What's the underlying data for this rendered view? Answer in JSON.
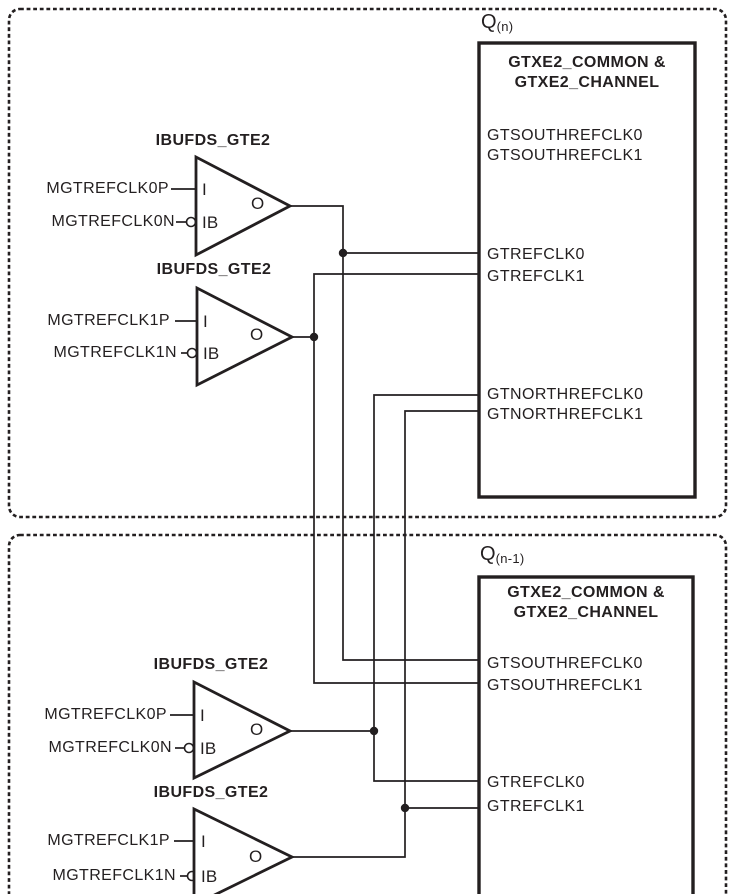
{
  "colors": {
    "ink": "#231f20",
    "background": "#ffffff"
  },
  "quad_top": {
    "label": "Q",
    "label_sub": "(n)",
    "block": {
      "title_line1": "GTXE2_COMMON &",
      "title_line2": "GTXE2_CHANNEL",
      "ports": {
        "gtsouthrefclk0": "GTSOUTHREFCLK0",
        "gtsouthrefclk1": "GTSOUTHREFCLK1",
        "gtrefclk0": "GTREFCLK0",
        "gtrefclk1": "GTREFCLK1",
        "gtnorthrefclk0": "GTNORTHREFCLK0",
        "gtnorthrefclk1": "GTNORTHREFCLK1"
      }
    },
    "buffer0": {
      "title": "IBUFDS_GTE2",
      "input_p": "MGTREFCLK0P",
      "input_n": "MGTREFCLK0N",
      "pin_i": "I",
      "pin_ib": "IB",
      "pin_o": "O"
    },
    "buffer1": {
      "title": "IBUFDS_GTE2",
      "input_p": "MGTREFCLK1P",
      "input_n": "MGTREFCLK1N",
      "pin_i": "I",
      "pin_ib": "IB",
      "pin_o": "O"
    }
  },
  "quad_bottom": {
    "label": "Q",
    "label_sub": "(n-1)",
    "block": {
      "title_line1": "GTXE2_COMMON &",
      "title_line2": "GTXE2_CHANNEL",
      "ports": {
        "gtsouthrefclk0": "GTSOUTHREFCLK0",
        "gtsouthrefclk1": "GTSOUTHREFCLK1",
        "gtrefclk0": "GTREFCLK0",
        "gtrefclk1": "GTREFCLK1"
      }
    },
    "buffer0": {
      "title": "IBUFDS_GTE2",
      "input_p": "MGTREFCLK0P",
      "input_n": "MGTREFCLK0N",
      "pin_i": "I",
      "pin_ib": "IB",
      "pin_o": "O"
    },
    "buffer1": {
      "title": "IBUFDS_GTE2",
      "input_p": "MGTREFCLK1P",
      "input_n": "MGTREFCLK1N",
      "pin_i": "I",
      "pin_ib": "IB",
      "pin_o": "O"
    }
  }
}
